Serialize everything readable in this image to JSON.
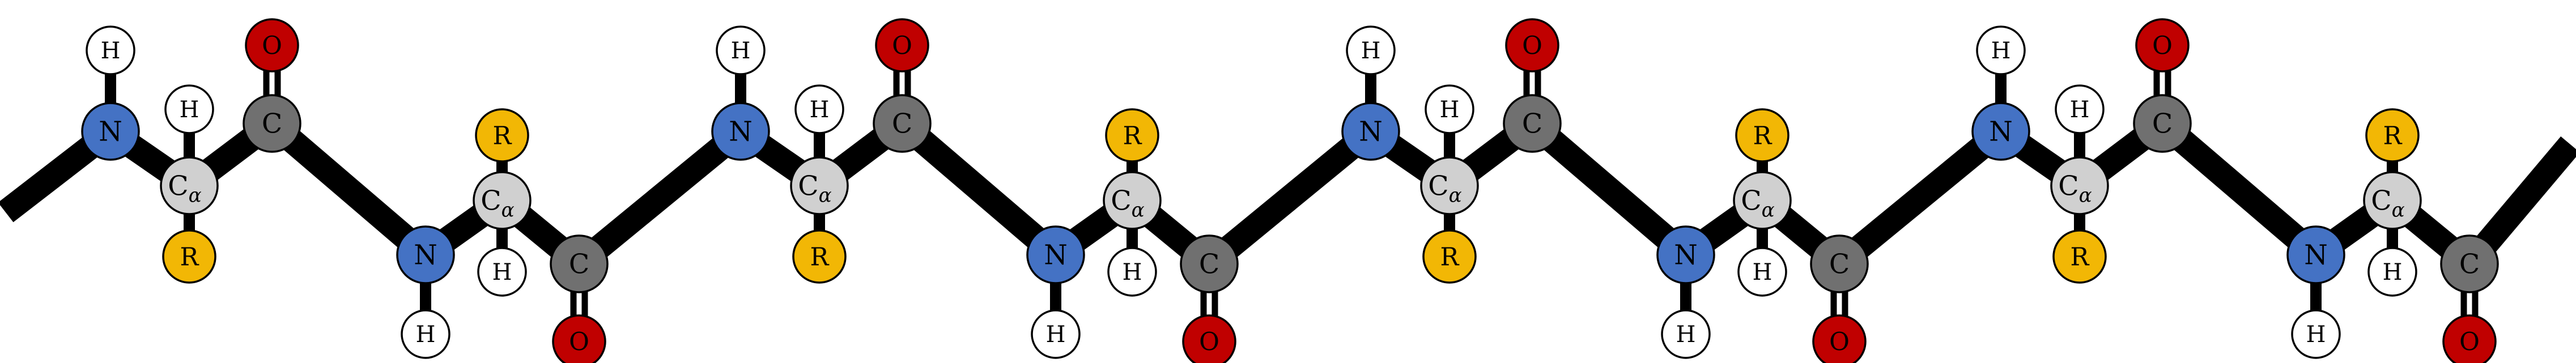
{
  "colors": {
    "background": "#ffffff",
    "bond": "#000000",
    "N": "#4472c4",
    "C": "#707070",
    "CA": "#d0d0d0",
    "O": "#c00000",
    "H": "#ffffff",
    "R": "#f2b705"
  },
  "labels": {
    "N": "N",
    "C": "C",
    "CA": "C",
    "CA_sub": "α",
    "O": "O",
    "H": "H",
    "R": "R"
  },
  "residues": [
    {
      "index": 1,
      "side_group_position": "below",
      "carbonyl_position": "above"
    },
    {
      "index": 2,
      "side_group_position": "above",
      "carbonyl_position": "below"
    },
    {
      "index": 3,
      "side_group_position": "below",
      "carbonyl_position": "above"
    },
    {
      "index": 4,
      "side_group_position": "above",
      "carbonyl_position": "below"
    },
    {
      "index": 5,
      "side_group_position": "below",
      "carbonyl_position": "above"
    },
    {
      "index": 6,
      "side_group_position": "above",
      "carbonyl_position": "below"
    },
    {
      "index": 7,
      "side_group_position": "below",
      "carbonyl_position": "above"
    },
    {
      "index": 8,
      "side_group_position": "above",
      "carbonyl_position": "below"
    }
  ]
}
